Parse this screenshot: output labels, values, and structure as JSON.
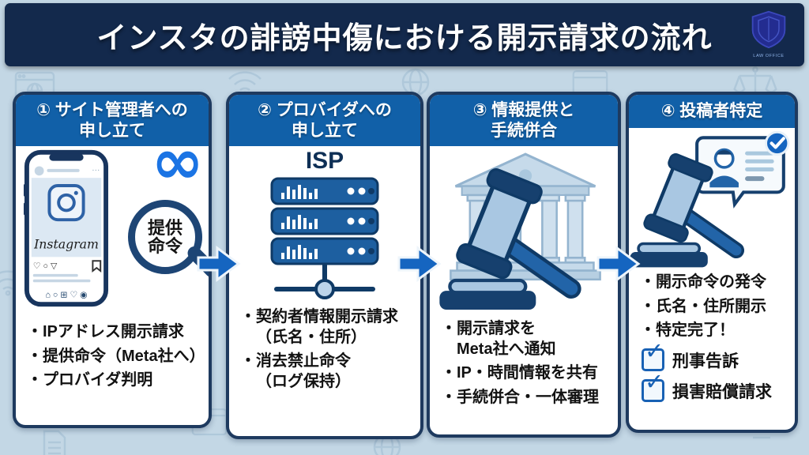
{
  "title": "インスタの誹謗中傷における開示請求の流れ",
  "logo": {
    "caption": "LAW OFFICE"
  },
  "icons": {
    "check": "✓",
    "meta_infinity": "∞",
    "phone_actions": "♡ ○ ▽",
    "phone_nav": "⌂  ○  ⊞  ♡  ◉",
    "phone_more": "⋯"
  },
  "colors": {
    "background": "#c3d7e5",
    "title_bar": "#13294c",
    "panel_header": "#1160a8",
    "panel_border": "#1e3a5f",
    "arrow": "#1565c0",
    "checkbox_blue": "#1861b4",
    "meta_blue": "#1b74e4"
  },
  "steps": [
    {
      "header_line1": "① サイト管理者への",
      "header_line2": "申し立て",
      "instagram_label": "Instagram",
      "magnifier_line1": "提供",
      "magnifier_line2": "命令",
      "bullets": [
        "・IPアドレス開示請求",
        "・提供命令（Meta社へ）",
        "・プロバイダ判明"
      ]
    },
    {
      "header_line1": "② プロバイダへの",
      "header_line2": "申し立て",
      "isp_label": "ISP",
      "bullets": [
        "・契約者情報開示請求（氏名・住所）",
        "・消去禁止命令\n（ログ保持）"
      ]
    },
    {
      "header_line1": "③ 情報提供と",
      "header_line2": "手続併合",
      "bullets": [
        "・開示請求を\nMeta社へ通知",
        "・IP・時間情報を共有",
        "・手続併合・一体審理"
      ]
    },
    {
      "header_line1": "④ 投稿者特定",
      "bullets": [
        "・開示命令の発令",
        "・氏名・住所開示",
        "・特定完了！"
      ],
      "checkboxes": [
        "刑事告訴",
        "損害賠償請求"
      ]
    }
  ]
}
